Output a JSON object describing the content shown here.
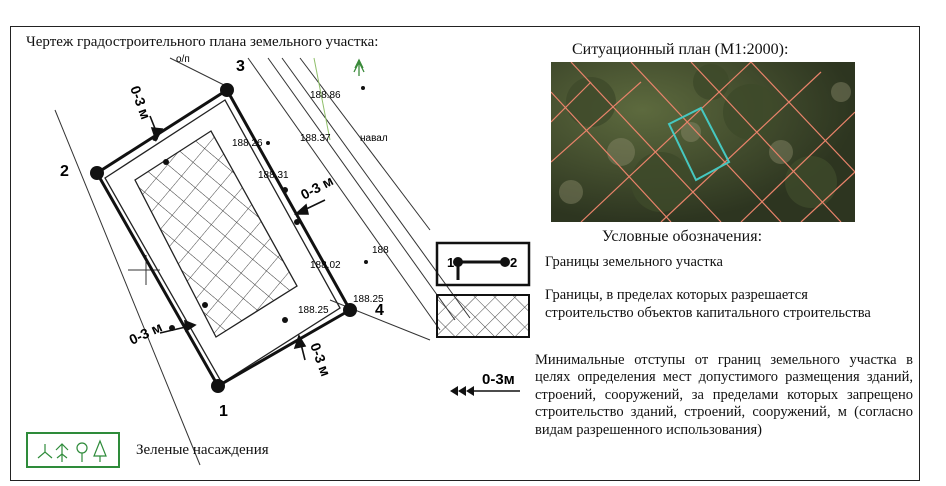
{
  "drawing_title": "Чертеж градостроительного плана земельного участка:",
  "situation_plan_title": "Ситуационный план (М1:2000):",
  "legend": {
    "title": "Условные обозначения:",
    "boundary_label": "Границы земельного участка",
    "boundary_point_a": "1",
    "boundary_point_b": "2",
    "building_zone_label": "Границы, в пределах которых разрешается строительство объектов капитального строительства",
    "setback_symbol_label": "0-3м",
    "setback_label": "Минимальные отступы от границ земельного участка в целях определения мест допустимого размещения зданий, строений, сооружений, за пределами которых запрещено строительство зданий, строений, сооружений, м (согласно видам разрешенного использования)",
    "green_label": "Зеленые насаждения"
  },
  "plan": {
    "corner_labels": [
      "1",
      "2",
      "3",
      "4"
    ],
    "setback_labels": [
      "0-3 м",
      "0-3 м",
      "0-3 м",
      "0-3 м"
    ],
    "elevations": [
      "188.86",
      "188.37",
      "188.26",
      "188.31",
      "188",
      "188.02",
      "188.25",
      "188.25"
    ],
    "top_label": "о/п",
    "naval_label": "навал"
  },
  "colors": {
    "boundary": "#111111",
    "parcel_lines": "#e07a5a",
    "target_parcel": "#46c8c0",
    "green_symbol_border": "#2e8b3a"
  }
}
